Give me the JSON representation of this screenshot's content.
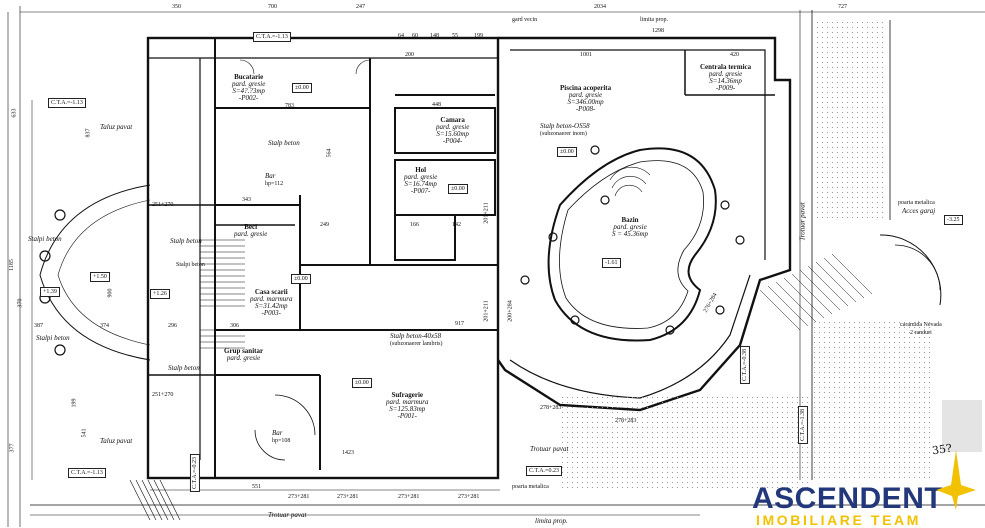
{
  "rooms": {
    "bucatarie": {
      "name": "Bucatarie",
      "finish": "pard. gresie",
      "area": "S=4?.?3mp",
      "code": "-P002-"
    },
    "camara": {
      "name": "Camara",
      "finish": "pard. gresie",
      "area": "S=15.60mp",
      "code": "-P004-"
    },
    "hol": {
      "name": "Hol",
      "finish": "pard. gresie",
      "area": "S=16.74mp",
      "code": "-P007-"
    },
    "piscina": {
      "name": "Piscina acoperita",
      "finish": "pard. gresie",
      "area": "S=346.00mp",
      "code": "-P008-"
    },
    "centrala": {
      "name": "Centrala termica",
      "finish": "pard. gresie",
      "area": "S=14.36mp",
      "code": "-P009-"
    },
    "bazin": {
      "name": "Bazin",
      "finish": "pard. gresie",
      "area": "S = 45.36mp"
    },
    "beci": {
      "name": "Beci",
      "finish": "pard. gresie"
    },
    "casa_scarii": {
      "name": "Casa scarii",
      "finish": "pard. marmura",
      "area": "S=31.42mp",
      "code": "-P003-"
    },
    "grup_sanitar": {
      "name": "Grup sanitar",
      "finish": "pard. gresie"
    },
    "sufragerie": {
      "name": "Sufragerie",
      "finish": "pard. marmura",
      "area": "S=125.83mp",
      "code": "-P001-"
    }
  },
  "labels": {
    "gard_vecin_top": "gard vecin",
    "limita_prop_top": "limita prop.",
    "limita_prop_bottom": "limita prop.",
    "stalp_beton_1": "Stalp beton",
    "stalp_beton_2": "Stalp beton",
    "stalp_beton_3": "Stalp beton",
    "stalp_beton_piscina": "Stalp beton-OS58",
    "stalp_beton_piscina_sub": "(subzonaerer inom)",
    "stalp_beton_suf": "Stalp beton-40x58",
    "stalp_beton_suf_sub": "(subzonaerer lambris)",
    "stalpi_beton_1": "Stalpi beton",
    "stalpi_beton_2": "Stalpi beton",
    "stalpi_beton_3": "Stalpi beton",
    "taluz_1": "Taluz pavat",
    "taluz_2": "Taluz pavat",
    "trotuar_1": "Trotuar pavat",
    "trotuar_2": "Trotuar pavat",
    "trotuar_3": "Trotuar pavat",
    "poarta_1": "poarta metalica",
    "poarta_2": "poarta metalica",
    "acces_garaj": "Acces garaj",
    "caramida": "caramida Nevada",
    "randuri": "2 randuri",
    "bar_1": "Bar",
    "bar_1_h": "hp=112",
    "bar_2": "Bar",
    "bar_2_h": "hp=108"
  },
  "elevations": {
    "cta_top": "C.T.A.=-1.13",
    "cta_left": "C.T.A.=-1.13",
    "cta_left_low": "C.T.A.=-1.13",
    "cta_bottom_left": "C.T.A.=-0.23",
    "cta_bottom_mid": "C.T.A.=0.23",
    "cta_right_1": "C.T.A.=-0.38",
    "cta_right_2": "C.T.A.=-1.38",
    "lvl_bucatarie": "±0.00",
    "lvl_bazin": "-1.61",
    "lvl_casa_scarii": "±0.00",
    "lvl_piscina": "±0.00",
    "lvl_hol": "±0.00",
    "lvl_suf": "±0.00",
    "lvl_left_1": "+1.39",
    "lvl_left_2": "+1.50",
    "lvl_left_3": "+1.26",
    "lvl_garaj": "-3.25"
  },
  "dimensions": {
    "top": [
      "350",
      "700",
      "247",
      "2034",
      "727"
    ],
    "top_row2": [
      "64",
      "60",
      "148",
      "55",
      "199",
      "1298"
    ],
    "top_row3": [
      "200",
      "1001",
      "420"
    ],
    "left": [
      "633",
      "837",
      "1185",
      "370",
      "900",
      "199",
      "541",
      "377"
    ],
    "inner": [
      "783",
      "448",
      "564",
      "917",
      "343",
      "374",
      "306",
      "296",
      "387",
      "249",
      "166",
      "142"
    ],
    "bottom": [
      "551",
      "1423",
      "273+281",
      "273+281",
      "273+281",
      "273+281"
    ],
    "misc": [
      "251+270",
      "251+270",
      "201+211",
      "201+211",
      "200+284",
      "278+283",
      "278+283",
      "276+284"
    ]
  },
  "stamp_text": "35?",
  "logo": {
    "name": "ASCENDENT",
    "team": "IMOBILIARE TEAM"
  }
}
